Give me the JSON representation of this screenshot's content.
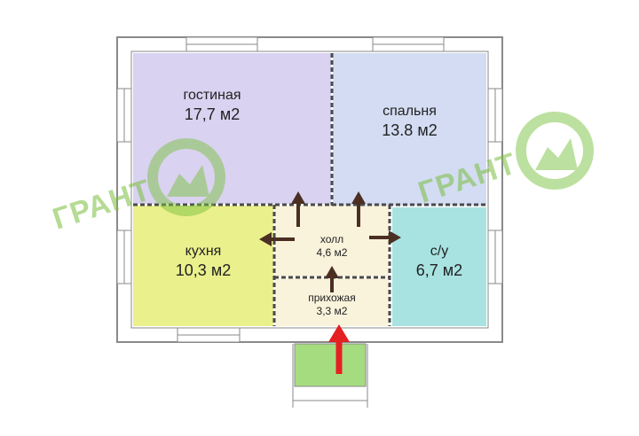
{
  "rooms": {
    "living": {
      "name": "гостиная",
      "area": "17,7  м2",
      "color": "#d9d2f0"
    },
    "bedroom": {
      "name": "спальня",
      "area": "13.8 м2",
      "color": "#d3dcf2"
    },
    "kitchen": {
      "name": "кухня",
      "area": "10,3 м2",
      "color": "#eaf08c"
    },
    "hall": {
      "name": "холл",
      "area": "4,6 м2",
      "color": "#faf3dc"
    },
    "entry": {
      "name": "прихожая",
      "area": "3,3 м2",
      "color": "#faf3dc"
    },
    "bath": {
      "name": "с/у",
      "area": "6,7 м2",
      "color": "#a8e3e2"
    }
  },
  "porch": {
    "color": "#a6dc80"
  },
  "watermark": {
    "brand": "ГРАНТ",
    "color": "#7cc242"
  },
  "colors": {
    "wall": "#7a7a7a",
    "arrow": "#4a2f22",
    "entry_arrow": "#e52020"
  }
}
